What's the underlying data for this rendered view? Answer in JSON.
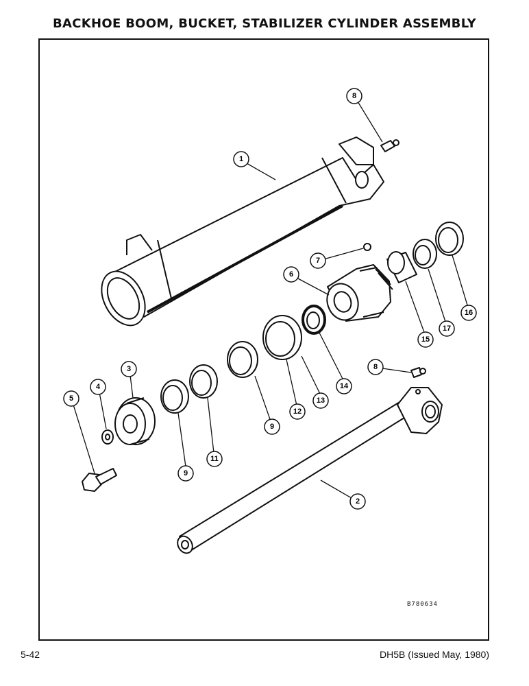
{
  "header": {
    "title": "BACKHOE BOOM, BUCKET, STABILIZER CYLINDER ASSEMBLY"
  },
  "diagram": {
    "drawing_code": "B780634",
    "callouts": [
      {
        "id": "c1",
        "label": "1"
      },
      {
        "id": "c2",
        "label": "2"
      },
      {
        "id": "c3",
        "label": "3"
      },
      {
        "id": "c4",
        "label": "4"
      },
      {
        "id": "c5",
        "label": "5"
      },
      {
        "id": "c6",
        "label": "6"
      },
      {
        "id": "c7",
        "label": "7"
      },
      {
        "id": "c8a",
        "label": "8"
      },
      {
        "id": "c8b",
        "label": "8"
      },
      {
        "id": "c9a",
        "label": "9"
      },
      {
        "id": "c9b",
        "label": "9"
      },
      {
        "id": "c11",
        "label": "11"
      },
      {
        "id": "c12",
        "label": "12"
      },
      {
        "id": "c13",
        "label": "13"
      },
      {
        "id": "c14",
        "label": "14"
      },
      {
        "id": "c15",
        "label": "15"
      },
      {
        "id": "c16",
        "label": "16"
      },
      {
        "id": "c17",
        "label": "17"
      }
    ]
  },
  "footer": {
    "page": "5-42",
    "revision": "DH5B (Issued May, 1980)"
  }
}
